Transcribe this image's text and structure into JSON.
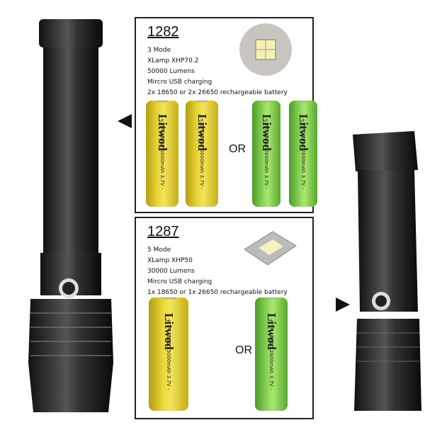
{
  "products": [
    {
      "model": "1282",
      "specs": [
        "3 Mode",
        "XLamp XHP70.2",
        "50000 Lumens",
        "Mircro USB charging",
        "2x 18650 or 2x 26650 rechargeable battery"
      ]
    },
    {
      "model": "1287",
      "specs": [
        "5 Mode",
        "XLamp XHP50",
        "30000 Lumens",
        "Mircro USB charging",
        "1x 18650 or 1x 26650 rechargeable battery"
      ]
    }
  ],
  "battery": {
    "brand": "Litwod",
    "label_26650": "+ TR 26650 5000mAh 3.7V -",
    "label_18650": "+ TR 18650 2600mAh 3.7V -"
  },
  "or_label": "OR",
  "colors": {
    "yellow_battery": "#e8d538",
    "green_battery": "#8fd85a",
    "flashlight": "#2a2a2a"
  }
}
